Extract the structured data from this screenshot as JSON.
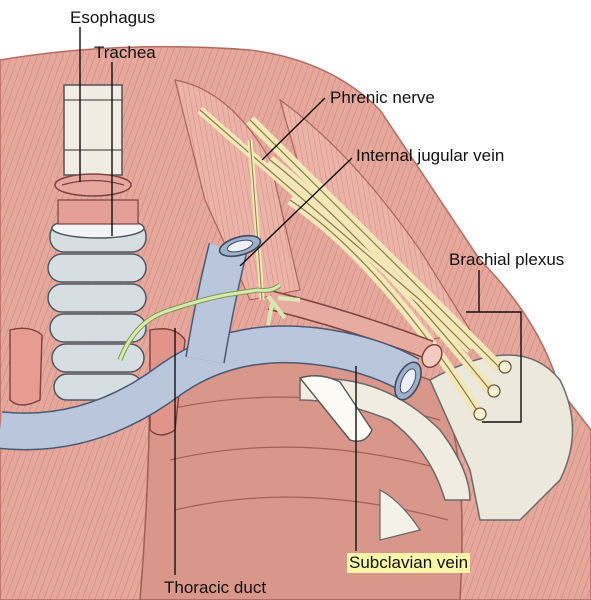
{
  "labels": {
    "esophagus": "Esophagus",
    "trachea": "Trachea",
    "phrenic_nerve": "Phrenic nerve",
    "internal_jugular_vein": "Internal jugular vein",
    "brachial_plexus": "Brachial plexus",
    "thoracic_duct": "Thoracic duct",
    "subclavian_vein": "Subclavian vein"
  },
  "colors": {
    "muscle": "#e9aaa0",
    "muscle_dark": "#c97b71",
    "vein": "#b9c6dc",
    "vein_dark": "#5d6f8f",
    "nerve": "#f2e7b8",
    "duct": "#d8e8b0",
    "cartilage": "#dfe3e4",
    "highlight": "#fbf7a8"
  }
}
